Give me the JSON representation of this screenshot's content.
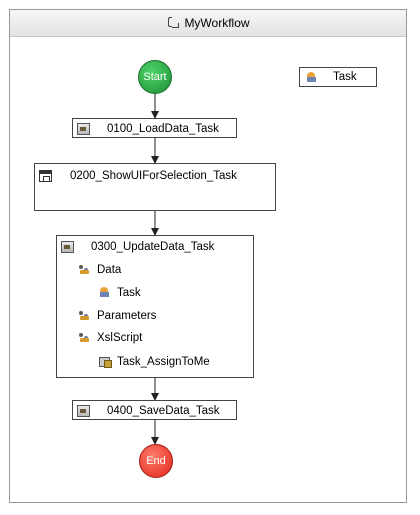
{
  "window": {
    "title": "MyWorkflow",
    "icon": "workflow-icon"
  },
  "start_label": "Start",
  "end_label": "End",
  "legend": {
    "label": "Task",
    "icon": "task-icon"
  },
  "tasks": [
    {
      "label": "0100_LoadData_Task",
      "icon": "task-activity-icon"
    },
    {
      "label": "0200_ShowUIForSelection_Task",
      "icon": "ui-window-icon"
    },
    {
      "label": "0300_UpdateData_Task",
      "icon": "task-activity-icon",
      "properties": [
        {
          "label": "Data",
          "icon": "property-icon"
        },
        {
          "label": "Task",
          "icon": "task-icon"
        },
        {
          "label": "Parameters",
          "icon": "property-icon"
        },
        {
          "label": "XslScript",
          "icon": "property-icon"
        },
        {
          "label": "Task_AssignToMe",
          "icon": "assign-icon"
        }
      ]
    },
    {
      "label": "0400_SaveData_Task",
      "icon": "task-activity-icon"
    }
  ],
  "colors": {
    "start": "#2ea84a",
    "end": "#f0433a",
    "border": "#444444"
  }
}
